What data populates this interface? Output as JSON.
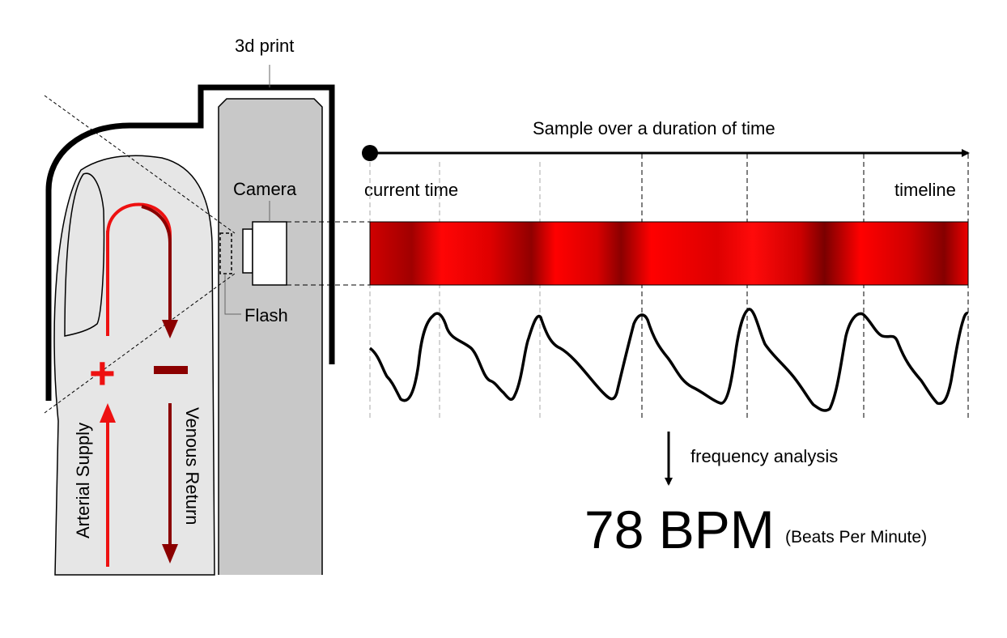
{
  "labels": {
    "print": "3d print",
    "camera": "Camera",
    "flash": "Flash",
    "arterial": "Arterial Supply",
    "venous": "Venous Return",
    "plus": "+",
    "sample": "Sample over a duration of time",
    "current_time": "current time",
    "timeline": "timeline",
    "frequency": "frequency analysis",
    "bpm": "78 BPM",
    "bpm_sub": "(Beats Per Minute)"
  },
  "colors": {
    "arterial": "#ee1111",
    "venous": "#8b0000",
    "bright_red": "#ff0000",
    "dark_red": "#7a0000",
    "print_gray": "#c8c8c8",
    "finger_gray": "#e6e6e6"
  }
}
